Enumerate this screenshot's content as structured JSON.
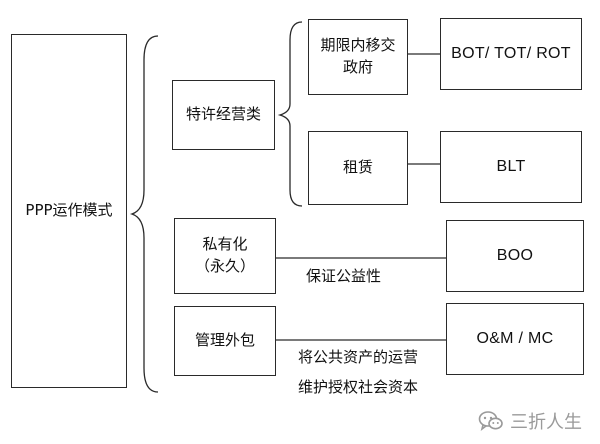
{
  "diagram": {
    "root": {
      "label": "PPP运作模式"
    },
    "categories": [
      {
        "label": "特许经营类"
      },
      {
        "label": "私有化\n（永久）"
      },
      {
        "label": "管理外包"
      }
    ],
    "sub_types": [
      {
        "label": "期限内移交\n政府"
      },
      {
        "label": "租赁"
      }
    ],
    "models": [
      {
        "label": "BOT/ TOT/ ROT"
      },
      {
        "label": "BLT"
      },
      {
        "label": "BOO"
      },
      {
        "label": "O&M / MC"
      }
    ],
    "notes": {
      "private": "保证公益性",
      "outsourcing_line1": "将公共资产的运营",
      "outsourcing_line2": "维护授权社会资本"
    }
  },
  "watermark": {
    "text": "三折人生",
    "icon": "wechat-icon"
  },
  "colors": {
    "line": "#2a2a2a",
    "watermark": "#9a9a9a"
  }
}
